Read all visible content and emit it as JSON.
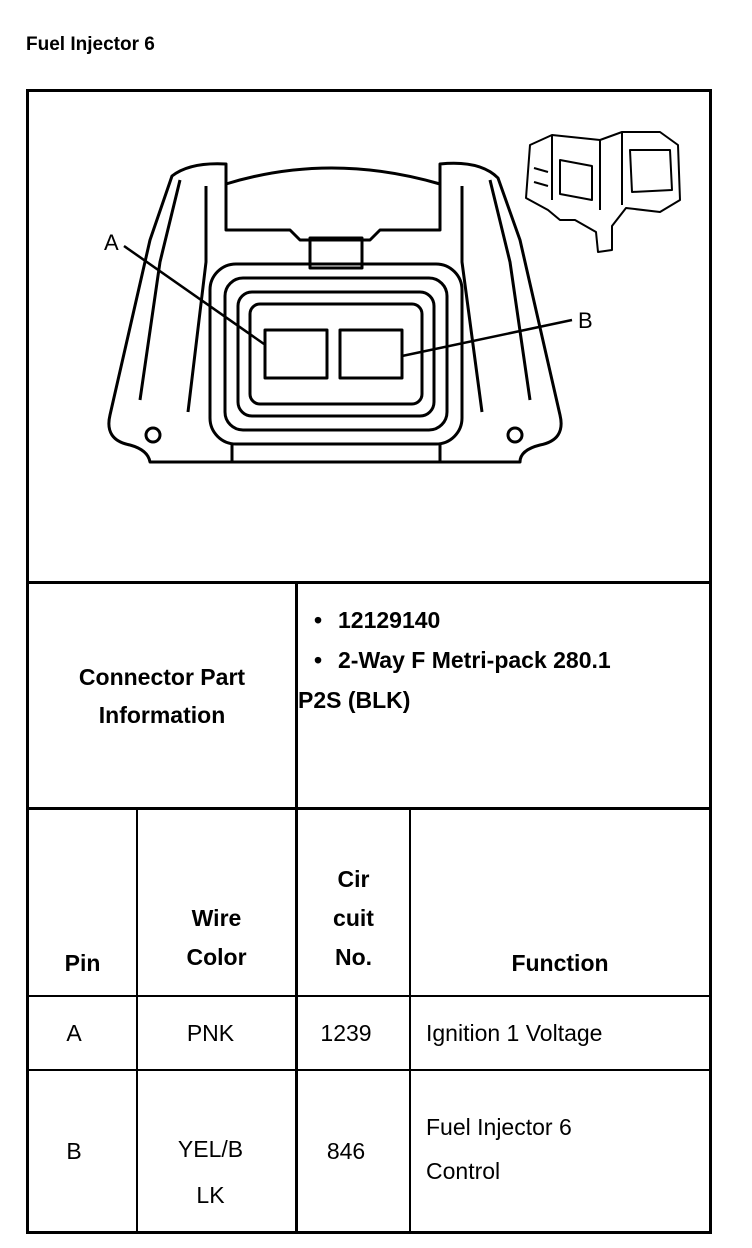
{
  "title": "Fuel Injector 6",
  "diagram": {
    "label_a": "A",
    "label_b": "B"
  },
  "connector_info": {
    "label": "Connector Part Information",
    "items": [
      "12129140",
      "2-Way F Metri-pack 280.1 P2S (BLK)"
    ]
  },
  "pin_table": {
    "headers": {
      "pin": "Pin",
      "wire_color": "Wire Color",
      "circuit": "Cir cuit No.",
      "function": "Function"
    },
    "rows": [
      {
        "pin": "A",
        "wire_color": "PNK",
        "circuit": "1239",
        "function": "Ignition 1 Voltage"
      },
      {
        "pin": "B",
        "wire_color": "YEL/B LK",
        "circuit": "846",
        "function": "Fuel Injector 6 Control"
      }
    ]
  }
}
